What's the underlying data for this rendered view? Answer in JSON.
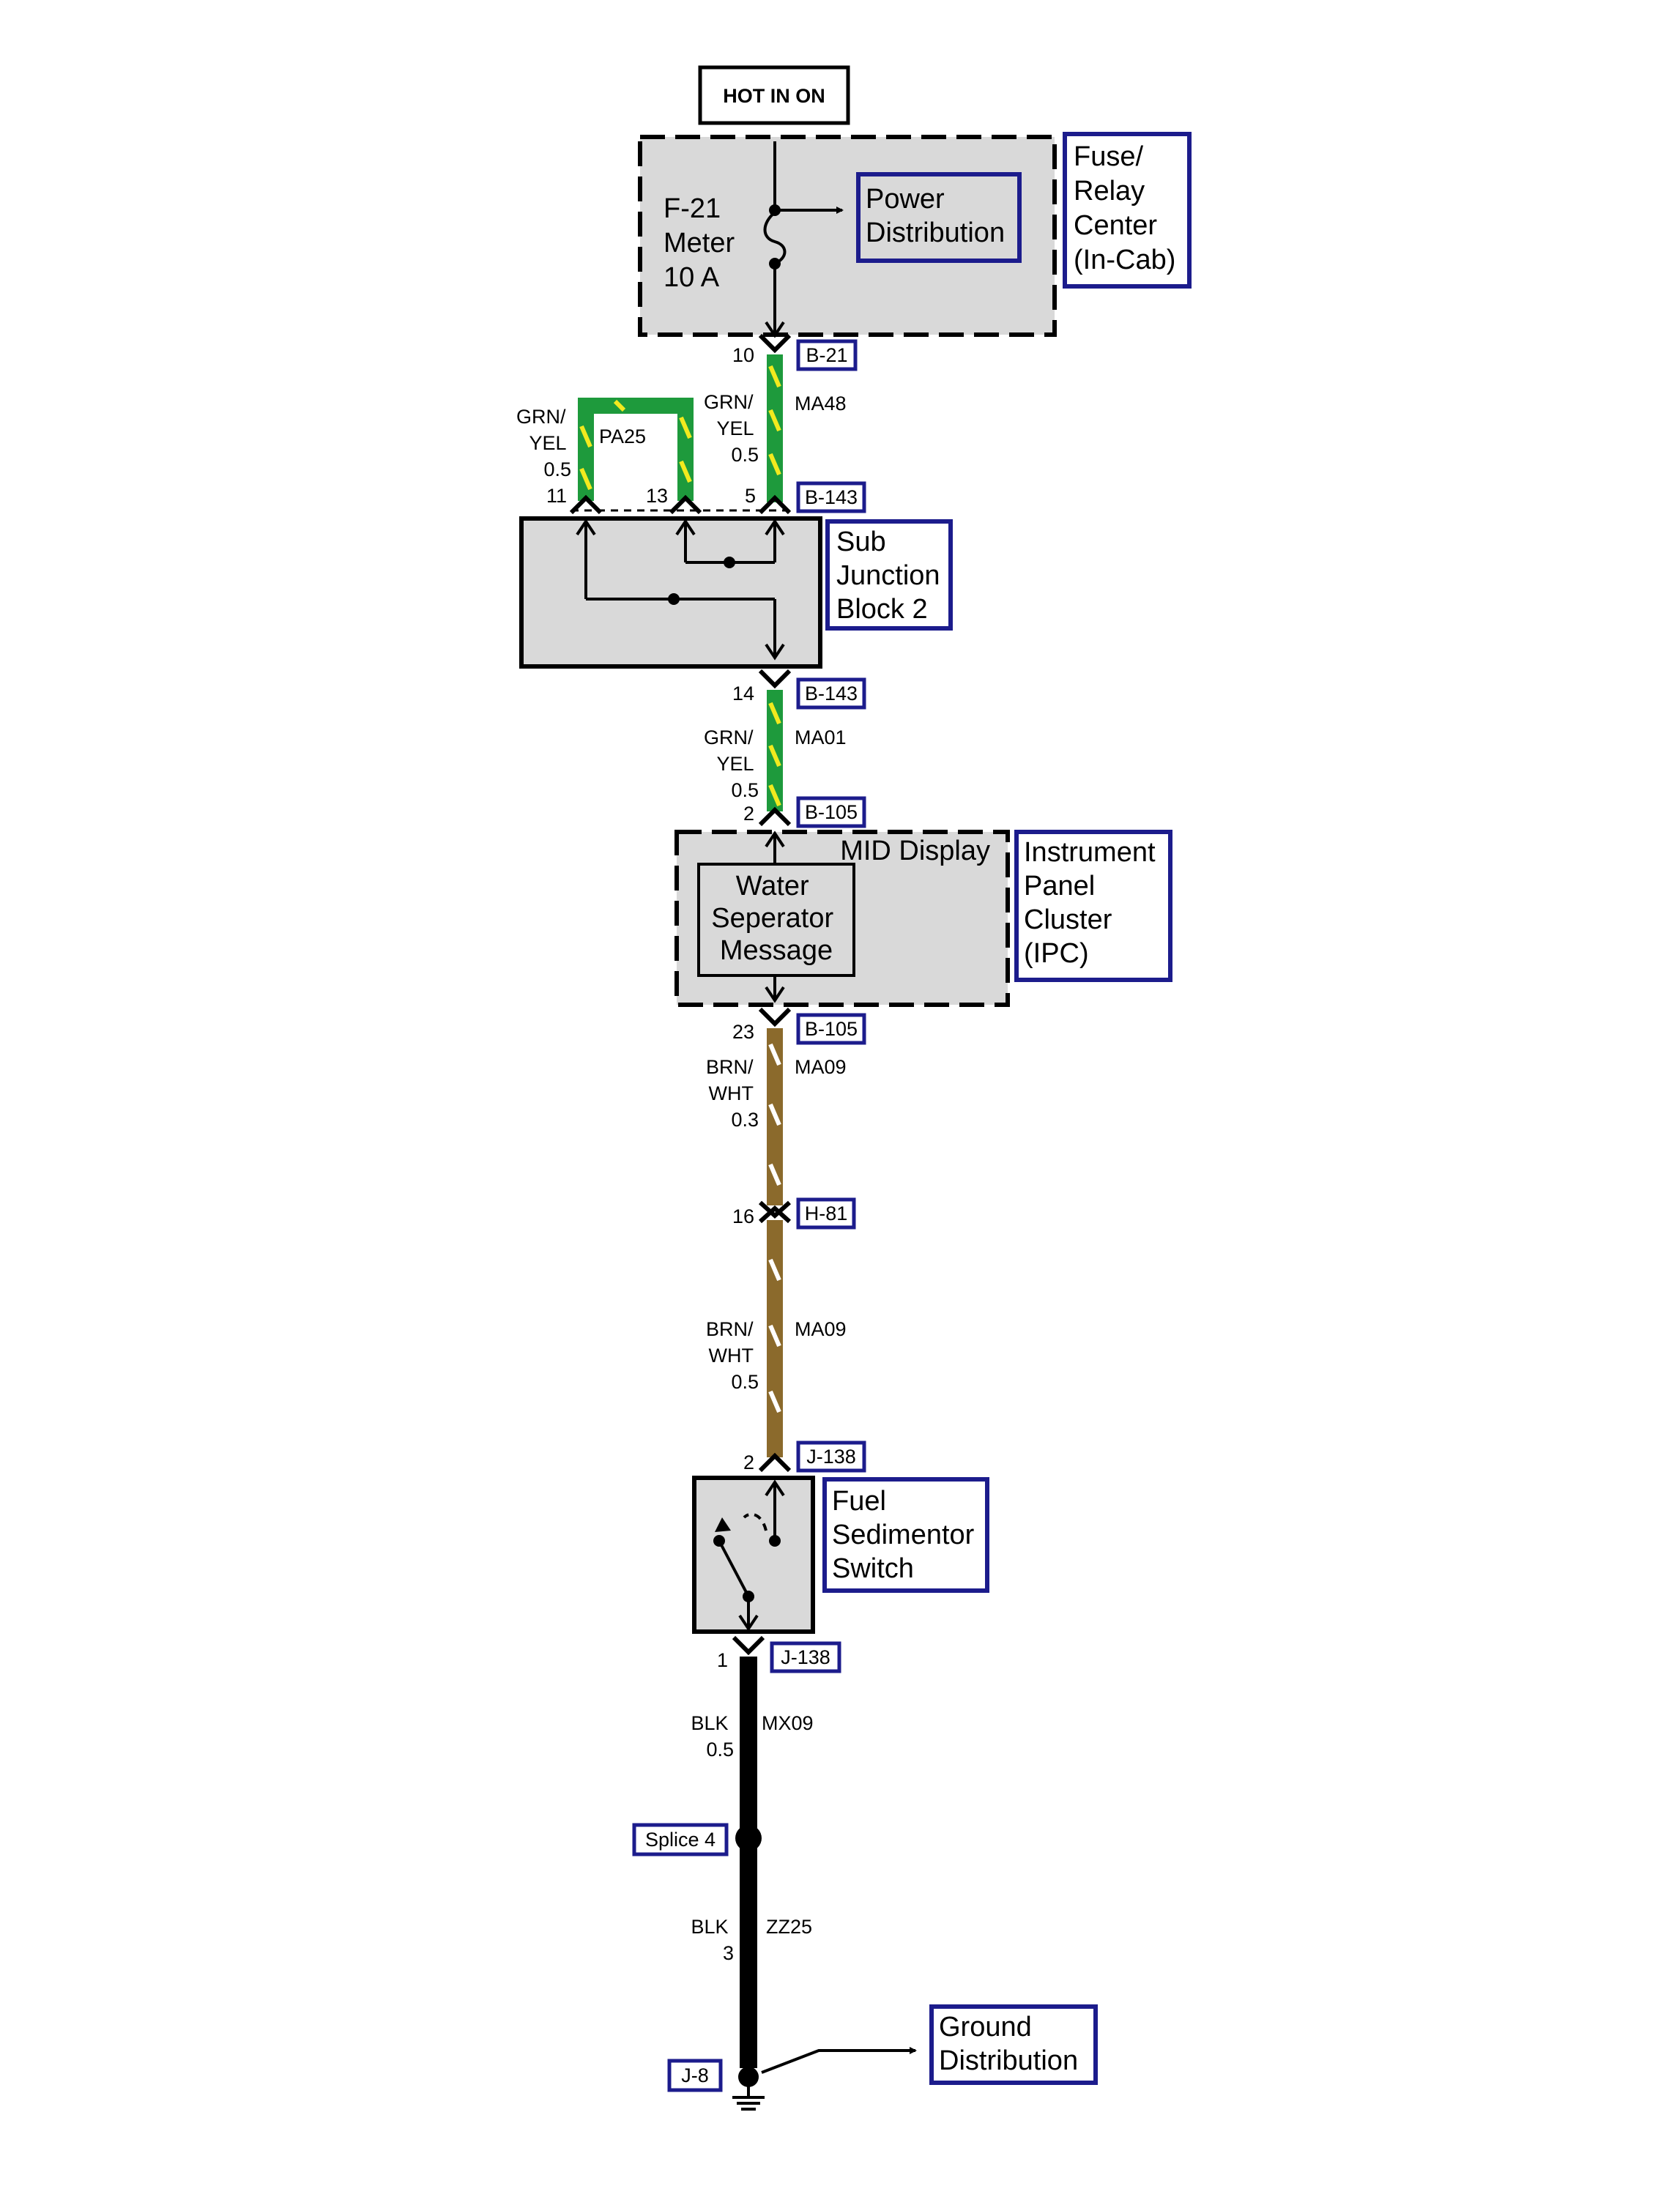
{
  "header": {
    "hot_label": "HOT IN  ON"
  },
  "fuse_relay_center": {
    "fuse_lines": [
      "F-21",
      "Meter",
      "10 A"
    ],
    "power_distribution_lines": [
      "Power",
      "Distribution"
    ],
    "name_lines": [
      "Fuse/",
      "Relay",
      "Center",
      "(In-Cab)"
    ]
  },
  "sub_junction_block": {
    "name_lines": [
      "Sub",
      "Junction",
      "Block 2"
    ]
  },
  "ipc": {
    "mid_label": "MID Display",
    "message_lines": [
      "Water",
      "Seperator",
      "Message"
    ],
    "name_lines": [
      "Instrument",
      "Panel",
      "Cluster",
      "(IPC)"
    ]
  },
  "fuel_switch": {
    "name_lines": [
      "Fuel",
      "Sedimentor",
      "Switch"
    ]
  },
  "ground_distribution": {
    "name_lines": [
      "Ground",
      "Distribution"
    ]
  },
  "connectors": {
    "b21": {
      "id": "B-21",
      "pin": "10"
    },
    "b143_top": {
      "id": "B-143",
      "pins": [
        "11",
        "13",
        "5"
      ]
    },
    "b143_bottom": {
      "id": "B-143",
      "pin": "14"
    },
    "b105_top": {
      "id": "B-105",
      "pin": "2"
    },
    "b105_bottom": {
      "id": "B-105",
      "pin": "23"
    },
    "h81": {
      "id": "H-81",
      "pin": "16"
    },
    "j138_top": {
      "id": "J-138",
      "pin": "2"
    },
    "j138_bottom": {
      "id": "J-138",
      "pin": "1"
    },
    "splice": "Splice 4",
    "ground": "J-8"
  },
  "wires": {
    "ma48": {
      "circuit": "MA48",
      "color_lines": [
        "GRN/",
        "YEL",
        "0.5"
      ]
    },
    "pa25": {
      "circuit": "PA25",
      "color_lines": [
        "GRN/",
        "YEL",
        "0.5"
      ]
    },
    "ma01": {
      "circuit": "MA01",
      "color_lines": [
        "GRN/",
        "YEL",
        "0.5"
      ]
    },
    "ma09_upper": {
      "circuit": "MA09",
      "color_lines": [
        "BRN/",
        "WHT",
        "0.3"
      ]
    },
    "ma09_lower": {
      "circuit": "MA09",
      "color_lines": [
        "BRN/",
        "WHT",
        "0.5"
      ]
    },
    "mx09": {
      "circuit": "MX09",
      "color_lines": [
        "BLK",
        "0.5"
      ]
    },
    "zz25": {
      "circuit": "ZZ25",
      "color_lines": [
        "BLK",
        "3"
      ]
    }
  },
  "colors": {
    "green_wire": "#1e9a3c",
    "yellow_stripe": "#f2ea1e",
    "brown_wire": "#8b6a2c",
    "black_wire": "#000000",
    "component_fill": "#d9d9d9",
    "tag_border": "#1c1c8c"
  }
}
